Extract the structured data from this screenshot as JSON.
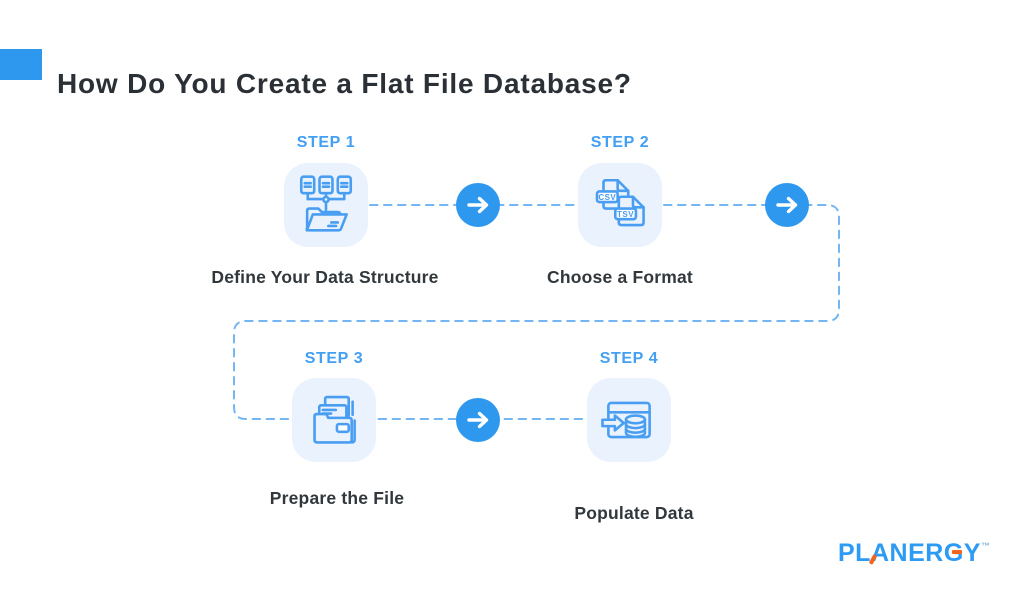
{
  "title": {
    "text": "How Do You Create a Flat File Database?"
  },
  "steps": [
    {
      "label": "STEP 1",
      "name": "Define Your Data Structure",
      "icon": "files-into-folder-icon"
    },
    {
      "label": "STEP 2",
      "name": "Choose a Format",
      "icon": "csv-tsv-files-icon",
      "badges": [
        "CSV",
        "TSV"
      ]
    },
    {
      "label": "STEP 3",
      "name": "Prepare the File",
      "icon": "folder-with-documents-icon"
    },
    {
      "label": "STEP 4",
      "name": "Populate Data",
      "icon": "window-to-database-icon"
    }
  ],
  "flow": {
    "connector_style": "dashed",
    "arrow_icon": "right-arrow-icon"
  },
  "logo": {
    "text": "PLANERGY",
    "parts": {
      "p1": "PL",
      "a": "A",
      "p2": "NER",
      "g": "G",
      "p3": "Y"
    },
    "tm": "™"
  },
  "colors": {
    "accent_blue": "#2e97ee",
    "step_label_blue": "#429ff2",
    "icon_stroke_blue": "#4a9ef2",
    "tile_background": "#e9f2fd",
    "dashed_line": "#74b6f3",
    "title_text": "#2b3036",
    "step_name_text": "#32373c",
    "logo_blue": "#2d9bf3",
    "logo_orange": "#f4641e"
  }
}
